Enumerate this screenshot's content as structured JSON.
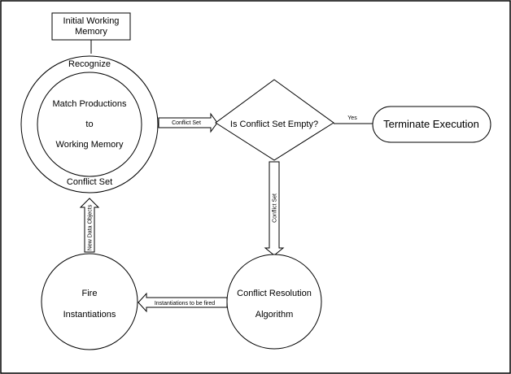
{
  "nodes": {
    "initial_memory": {
      "line1": "Initial Working",
      "line2": "Memory"
    },
    "recognize": {
      "title": "Recognize",
      "inner_line1": "Match Productions",
      "inner_line2": "to",
      "inner_line3": "Working Memory",
      "bottom": "Conflict Set"
    },
    "decision": {
      "label": "Is Conflict Set Empty?"
    },
    "terminate": {
      "label": "Terminate Execution"
    },
    "resolution": {
      "line1": "Conflict Resolution",
      "line2": "Algorithm"
    },
    "fire": {
      "line1": "Fire",
      "line2": "Instantiations"
    }
  },
  "edges": {
    "conflict_set_horizontal": "Conflict Set",
    "yes": "Yes",
    "conflict_set_vertical": "Conflict Set",
    "instantiations": "Instantiations to be fired",
    "new_data": "New Data Objects"
  },
  "colors": {
    "stroke": "#000000",
    "background": "#ffffff"
  }
}
